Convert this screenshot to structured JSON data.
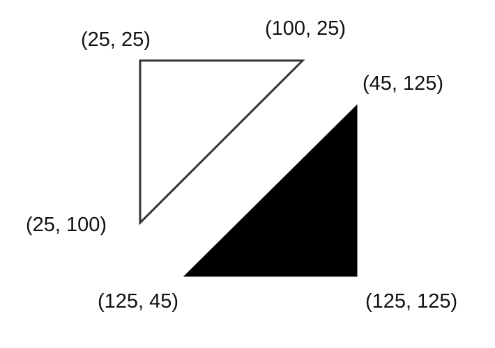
{
  "triangles": [
    {
      "style": "outline",
      "stroke_color": "#333333",
      "fill_color": "none",
      "vertices": [
        {
          "label": "(25, 25)"
        },
        {
          "label": "(100, 25)"
        },
        {
          "label": "(25, 100)"
        }
      ]
    },
    {
      "style": "filled",
      "stroke_color": "#000000",
      "fill_color": "#000000",
      "vertices": [
        {
          "label": "(45, 125)"
        },
        {
          "label": "(125, 45)"
        },
        {
          "label": "(125, 125)"
        }
      ]
    }
  ]
}
